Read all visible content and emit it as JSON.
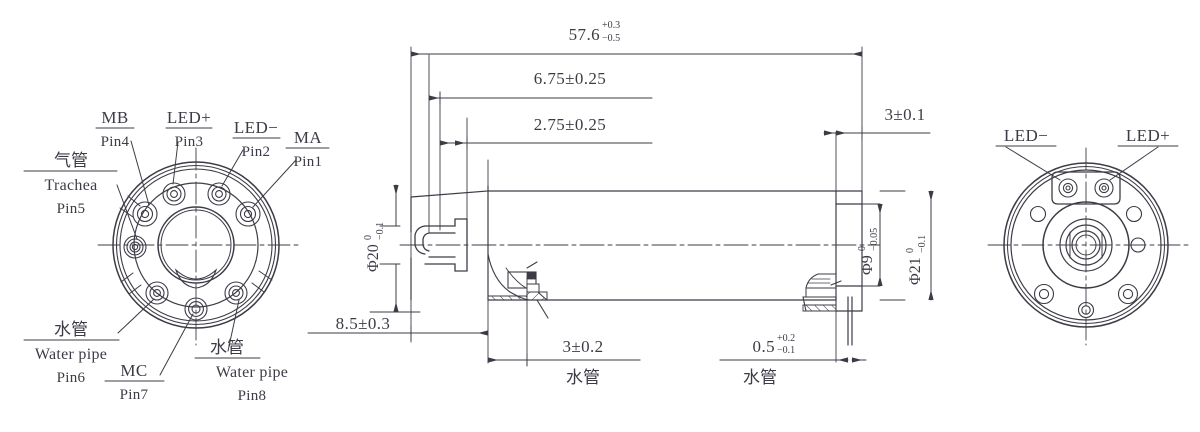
{
  "drawing": {
    "title": "Connector / slip-ring mechanical outline drawing",
    "line_color": "#3c3c46",
    "background": "#ffffff",
    "views": [
      {
        "name": "left-end-face-view",
        "description": "front face circular view with 8 pin holes"
      },
      {
        "name": "side-section-view",
        "description": "longitudinal sectional side view of cylindrical body"
      },
      {
        "name": "right-end-face-view",
        "description": "rear face circular view with LED terminals"
      }
    ]
  },
  "left_view": {
    "callouts": [
      {
        "id": "pin4",
        "cn": "MB",
        "en": "",
        "pin": "Pin4"
      },
      {
        "id": "pin3",
        "cn": "LED+",
        "en": "",
        "pin": "Pin3"
      },
      {
        "id": "pin2",
        "cn": "LED−",
        "en": "",
        "pin": "Pin2"
      },
      {
        "id": "pin1",
        "cn": "MA",
        "en": "",
        "pin": "Pin1"
      },
      {
        "id": "pin5",
        "cn": "气管",
        "en": "Trachea",
        "pin": "Pin5"
      },
      {
        "id": "pin6",
        "cn": "水管",
        "en": "Water pipe",
        "pin": "Pin6"
      },
      {
        "id": "pin7",
        "cn": "MC",
        "en": "",
        "pin": "Pin7"
      },
      {
        "id": "pin8",
        "cn": "水管",
        "en": "Water pipe",
        "pin": "Pin8"
      }
    ]
  },
  "right_view": {
    "callouts": [
      {
        "id": "led-neg",
        "label": "LED−"
      },
      {
        "id": "led-pos",
        "label": "LED+"
      }
    ]
  },
  "dimensions": {
    "overall_length": {
      "value": "57.6",
      "tol_upper": "+0.3",
      "tol_lower": "−0.5"
    },
    "step_675": {
      "value": "6.75±0.25"
    },
    "step_275": {
      "value": "2.75±0.25"
    },
    "right_step_3": {
      "value": "3±0.1"
    },
    "left_offset_85": {
      "value": "8.5±0.3"
    },
    "water_pipe_left": {
      "value": "3±0.2"
    },
    "water_pipe_right": {
      "value": "0.5",
      "tol_upper": "+0.2",
      "tol_lower": "−0.1"
    },
    "dia_20": {
      "symbol": "Φ20",
      "tol_upper": "0",
      "tol_lower": "−0.1"
    },
    "dia_9": {
      "symbol": "Φ9",
      "tol_upper": "0",
      "tol_lower": "−0.05"
    },
    "dia_21": {
      "symbol": "Φ21",
      "tol_upper": "0",
      "tol_lower": "−0.1"
    }
  },
  "section_labels": {
    "water_pipe_left": "水管",
    "water_pipe_right": "水管"
  }
}
